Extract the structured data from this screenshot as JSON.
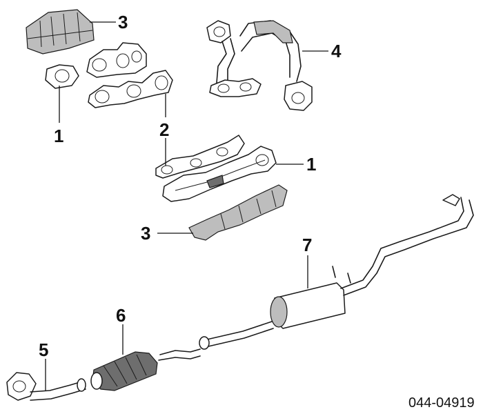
{
  "callouts": {
    "c1_top": "1",
    "c1_right": "1",
    "c2": "2",
    "c3_top": "3",
    "c3_mid": "3",
    "c4": "4",
    "c5": "5",
    "c6": "6",
    "c7": "7"
  },
  "reference_code": "044-04919"
}
